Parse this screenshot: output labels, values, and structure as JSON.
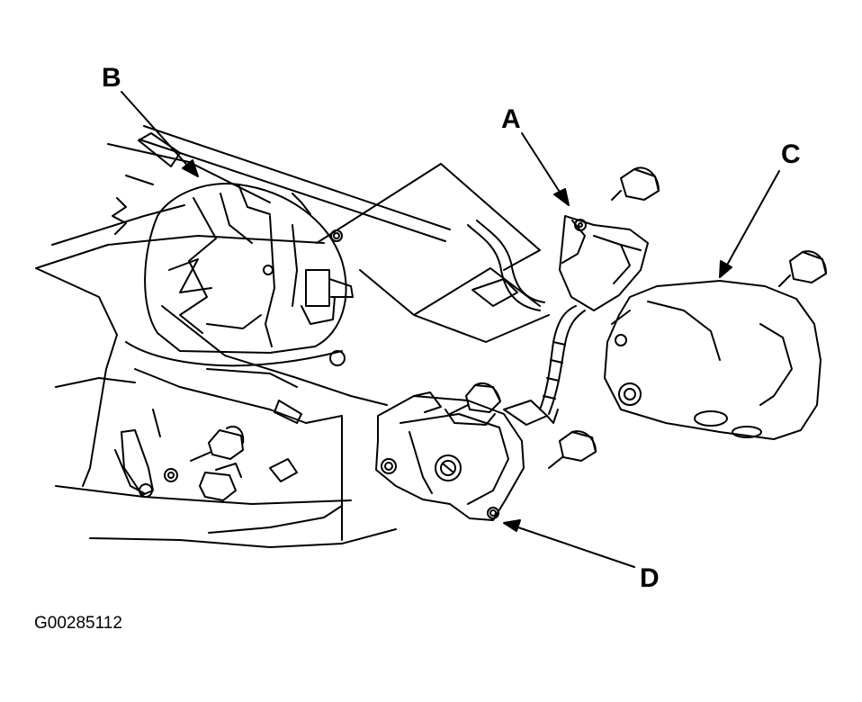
{
  "callouts": {
    "a": "A",
    "b": "B",
    "c": "C",
    "d": "D"
  },
  "figure_id": "G00285112",
  "colors": {
    "ink": "#000000",
    "paper": "#ffffff"
  }
}
